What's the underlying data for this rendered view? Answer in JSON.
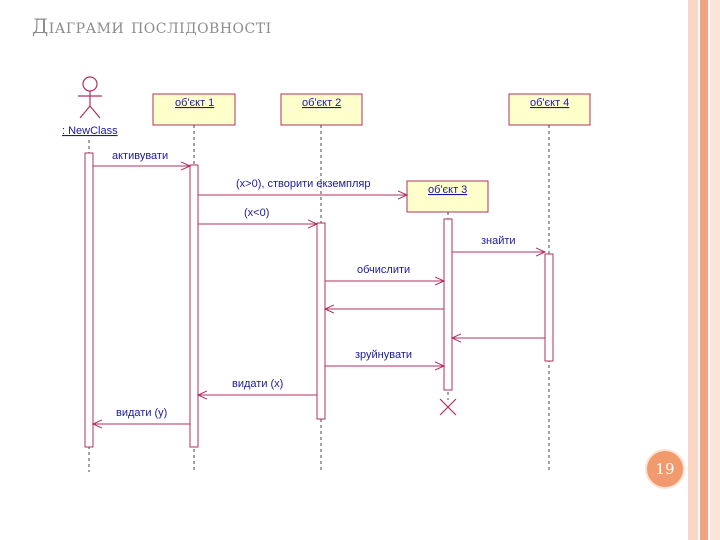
{
  "slide": {
    "title": "Діаграми послідовності",
    "page_number": "19"
  },
  "colors": {
    "object_fill": "#ffffcc",
    "object_stroke": "#b03060",
    "line_color": "#b03060",
    "label_color": "#1a1a99",
    "badge": "#f09a6e",
    "stripe_1": "#f7c9b3",
    "stripe_2": "#f2a482"
  },
  "diagram": {
    "actor": {
      "label": ": NewClass"
    },
    "objects": [
      {
        "id": "obj1",
        "label": "об'єкт 1"
      },
      {
        "id": "obj2",
        "label": "об'єкт 2"
      },
      {
        "id": "obj3",
        "label": "об'єкт 3"
      },
      {
        "id": "obj4",
        "label": "об'єкт 4"
      }
    ],
    "messages": [
      {
        "label": "активувати"
      },
      {
        "label": "(x>0), створити екземпляр"
      },
      {
        "label": "(x<0)"
      },
      {
        "label": "знайти"
      },
      {
        "label": "обчислити"
      },
      {
        "label": ""
      },
      {
        "label": ""
      },
      {
        "label": "зруйнувати"
      },
      {
        "label": "видати (x)"
      },
      {
        "label": "видати (y)"
      }
    ]
  }
}
